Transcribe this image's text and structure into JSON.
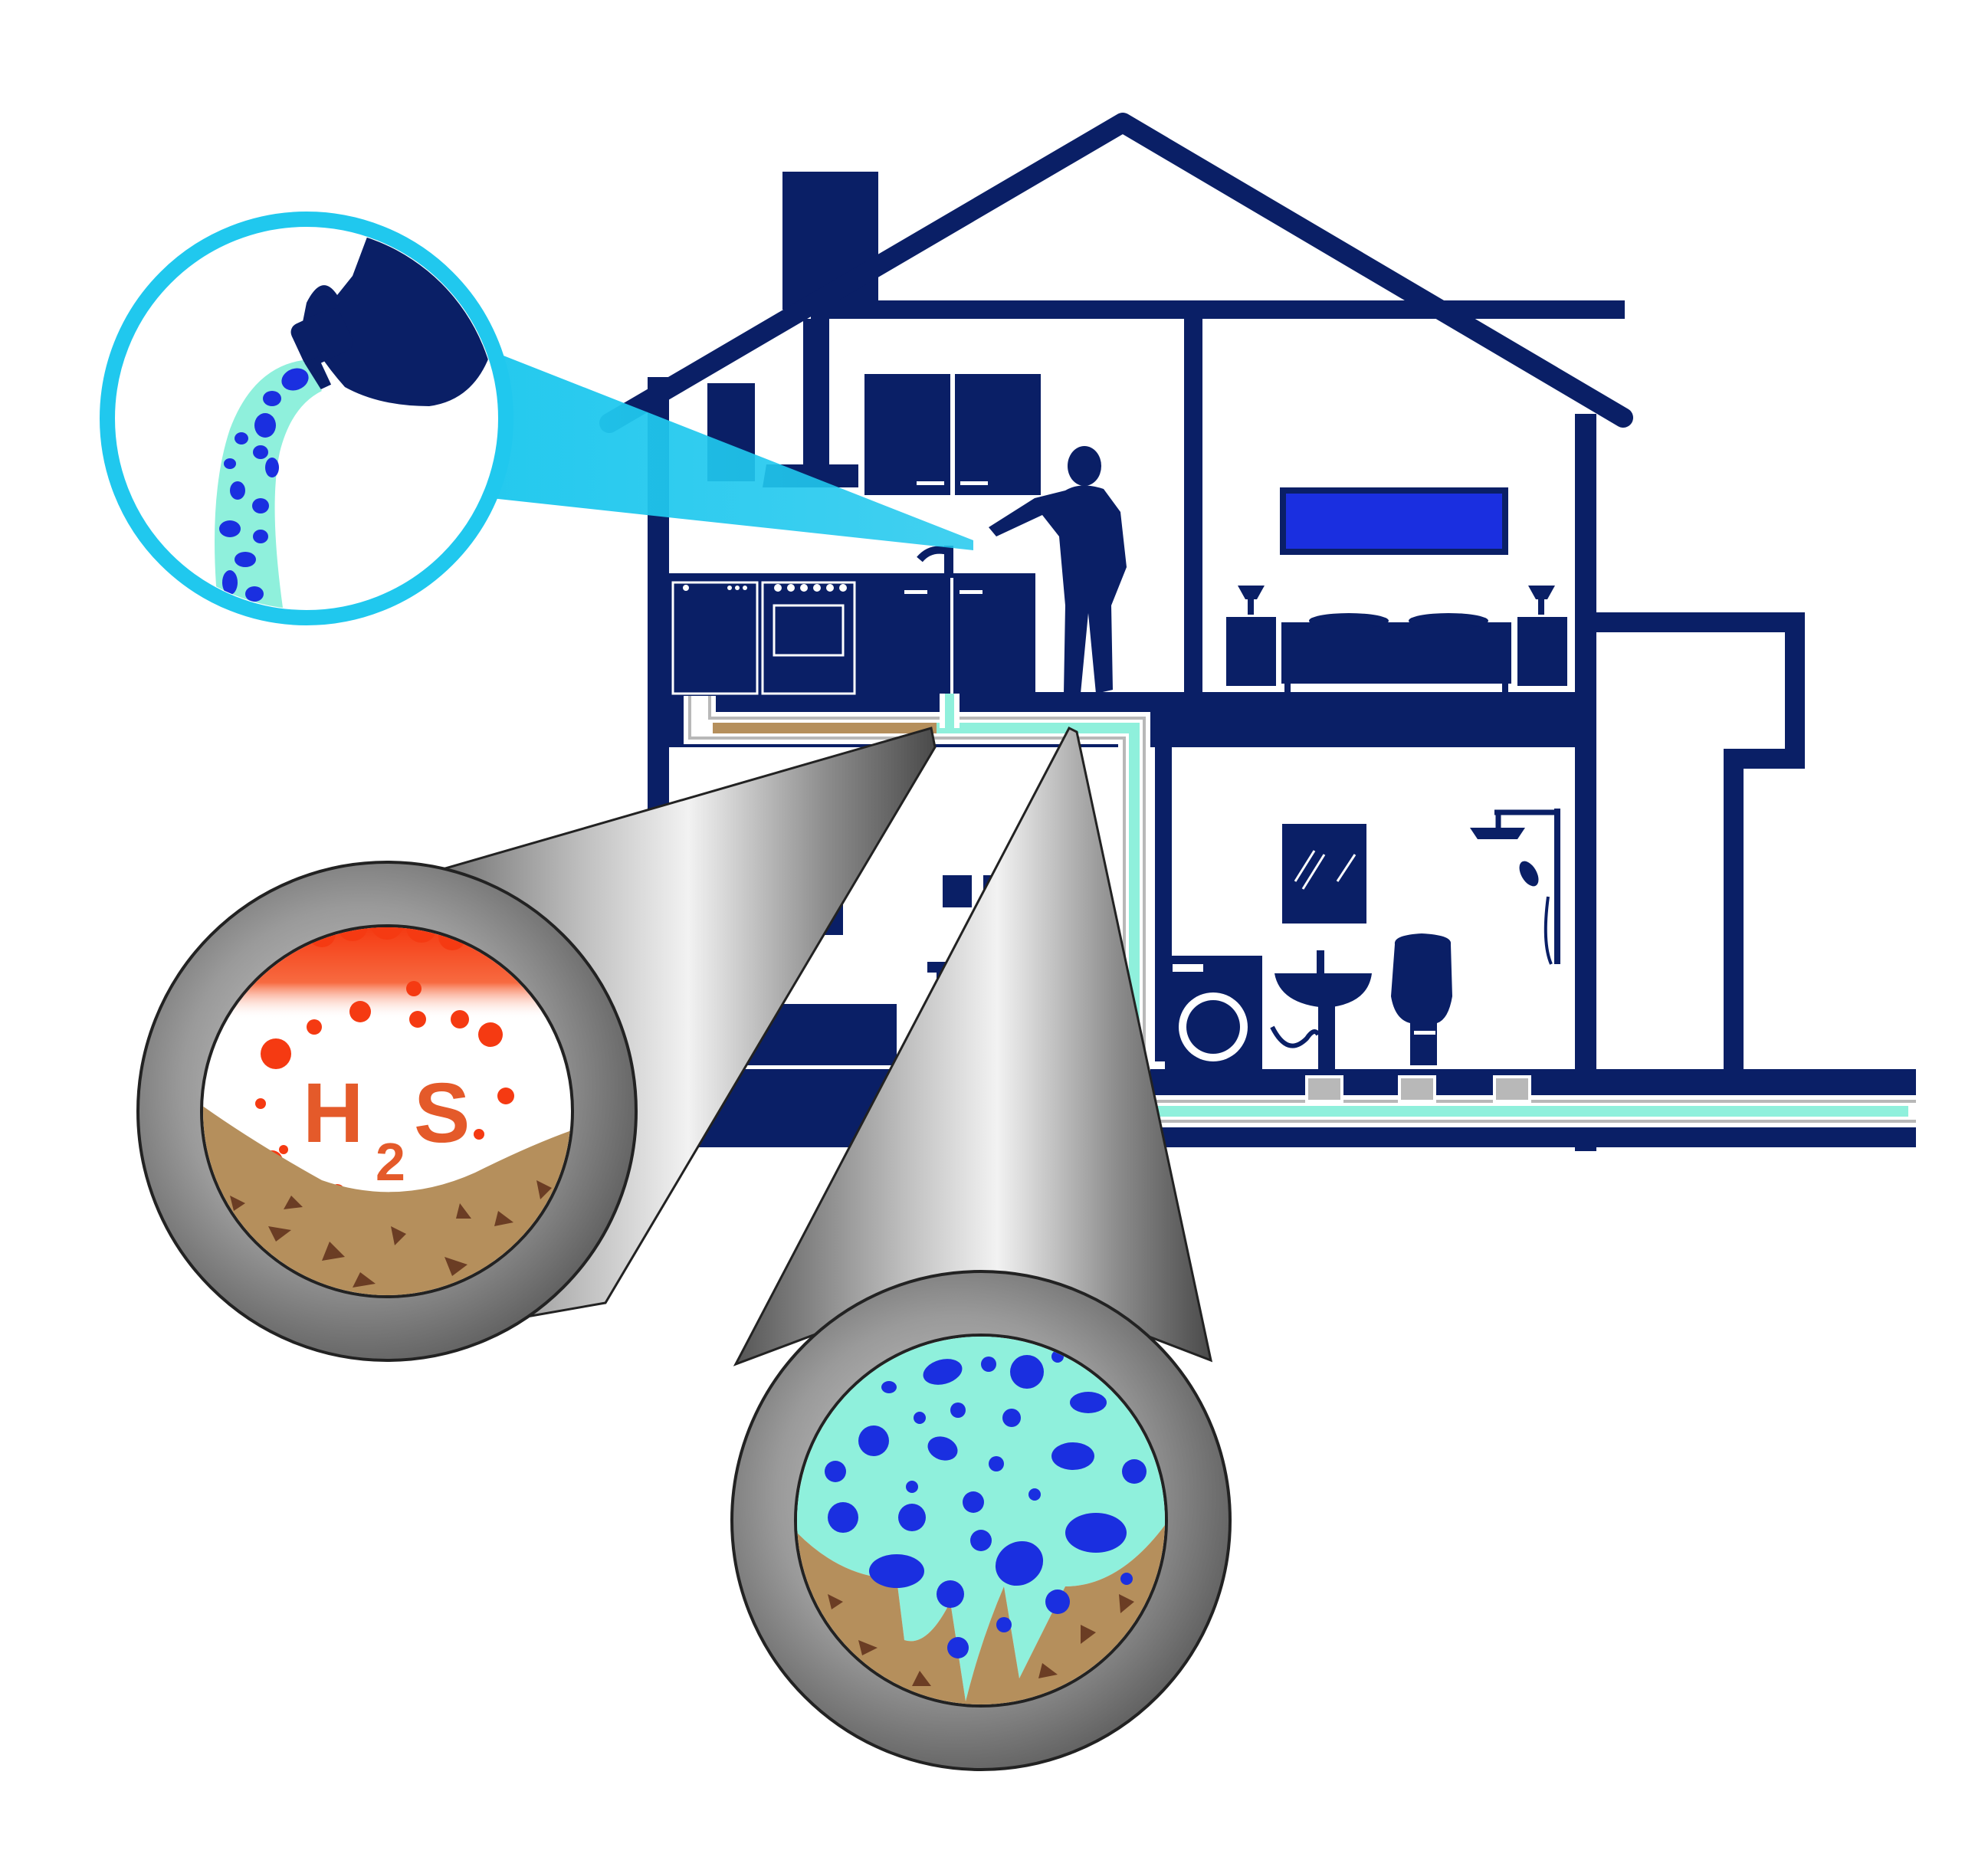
{
  "colors": {
    "house": "#0a1f66",
    "brand_blue": "#1a2fe0",
    "mint": "#8ff0dc",
    "cyan_lens": "#20c8ee",
    "sludge": "#b58f5c",
    "sludge_dark": "#6b3d24",
    "gas_red": "#f53a12",
    "gas_text": "#e45a2a",
    "pipe_steel": "#8a8a8a"
  },
  "labels": {
    "gas_formula_main": "H",
    "gas_formula_sub": "2",
    "gas_formula_tail": "S"
  },
  "icons": [
    "bottle-pouring-icon",
    "person-at-sink-icon",
    "kitchen-cabinets-icon",
    "range-hood-icon",
    "dishwasher-icon",
    "oven-icon",
    "faucet-icon",
    "bed-icon",
    "lamp-icon",
    "tv-icon",
    "washing-machine-icon",
    "sink-icon",
    "toilet-icon",
    "shower-icon",
    "mirror-icon",
    "sofa-icon",
    "table-icon",
    "chair-icon"
  ]
}
